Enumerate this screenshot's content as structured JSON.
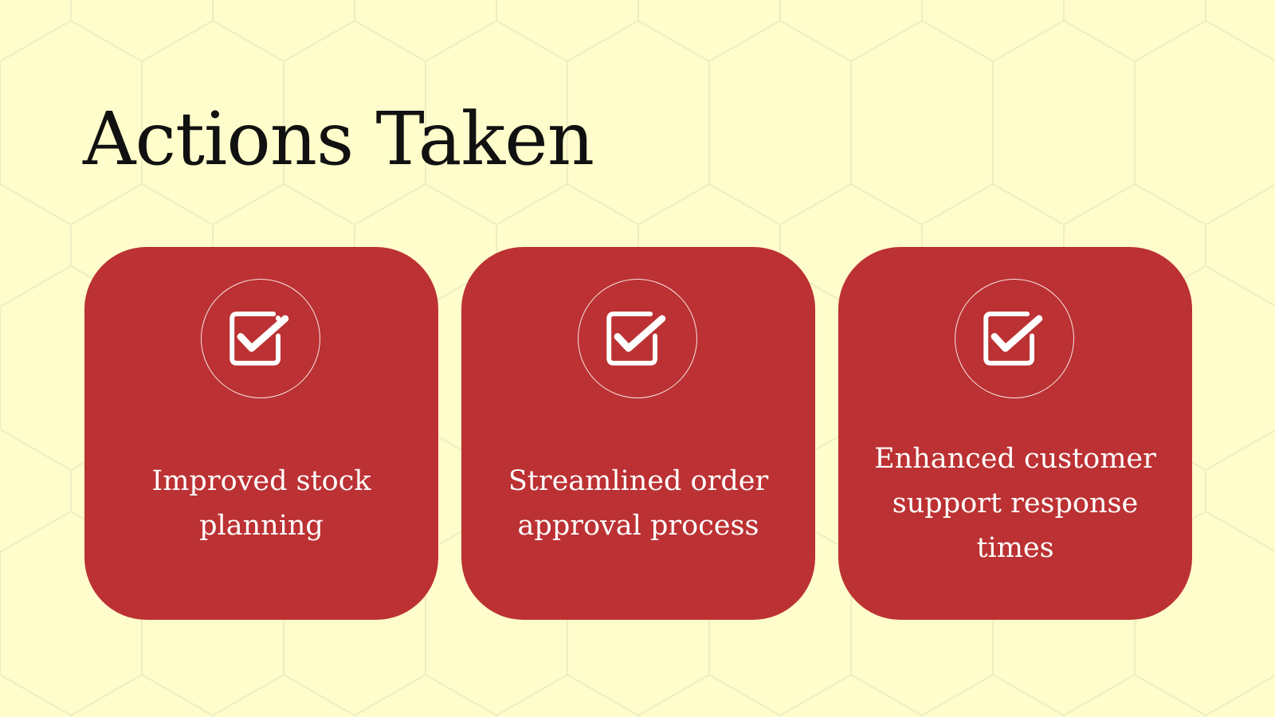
{
  "slide": {
    "title": "Actions Taken",
    "background_color": "#FFFDCB",
    "accent_color": "#BC3133",
    "cards": [
      {
        "icon": "checkbox-check-icon",
        "text": "Improved stock planning"
      },
      {
        "icon": "checkbox-check-icon",
        "text": "Streamlined order approval process"
      },
      {
        "icon": "checkbox-check-icon",
        "text": "Enhanced customer support response times"
      }
    ]
  }
}
